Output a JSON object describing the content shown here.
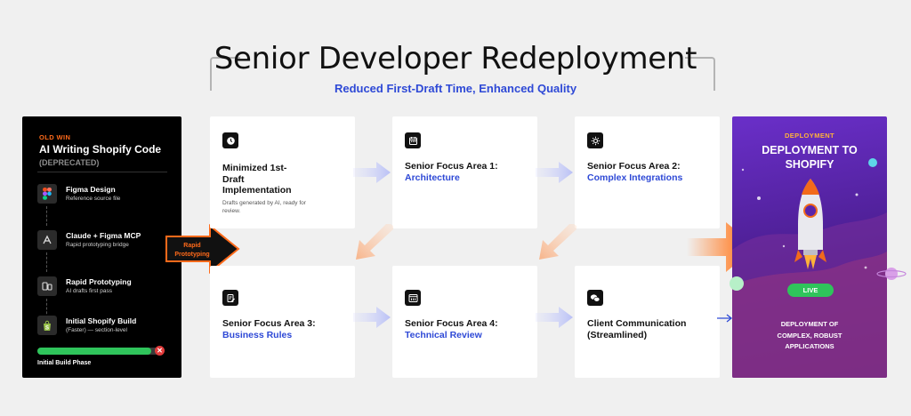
{
  "header": {
    "title": "Senior Developer Redeployment",
    "subtitle": "Reduced First-Draft Time, Enhanced Quality"
  },
  "old_win": {
    "tag": "OLD WIN",
    "title": "AI Writing Shopify Code",
    "status": "(DEPRECATED)",
    "items": [
      {
        "name": "Figma Design",
        "desc": "Reference source file",
        "icon": "figma-icon"
      },
      {
        "name": "Claude + Figma MCP",
        "desc": "Rapid prototyping bridge",
        "icon": "bridge-icon"
      },
      {
        "name": "Rapid Prototyping",
        "desc": "AI drafts first pass",
        "icon": "devices-icon"
      },
      {
        "name": "Initial Shopify Build",
        "desc": "(Faster) — section-level",
        "icon": "shopify-bag-icon"
      }
    ],
    "progress": 0.92,
    "progress_label": "Initial Build Phase"
  },
  "rapid_arrow": {
    "line1": "Rapid",
    "line2": "Prototyping"
  },
  "cards": {
    "c1": {
      "title_lines": [
        "Minimized 1st-",
        "Draft",
        "Implementation"
      ],
      "desc_lines": [
        "Drafts generated by AI, ready for",
        "review."
      ],
      "icon": "clock-icon"
    },
    "c2": {
      "title": "Senior Focus Area 1:",
      "accent": "Architecture",
      "icon": "calendar-icon"
    },
    "c3": {
      "title": "Senior Focus Area 2:",
      "accent": "Complex Integrations",
      "icon": "gear-icon"
    },
    "c4": {
      "title": "Senior Focus Area 3:",
      "accent": "Business Rules",
      "icon": "document-edit-icon"
    },
    "c5": {
      "title": "Senior Focus Area 4:",
      "accent": "Technical Review",
      "icon": "code-window-icon"
    },
    "c6": {
      "title": "Client Communication",
      "accent": "(Streamlined)",
      "icon": "chat-icon"
    }
  },
  "deployment": {
    "tag": "DEPLOYMENT",
    "title_lines": [
      "DEPLOYMENT TO",
      "SHOPIFY"
    ],
    "live": "LIVE",
    "desc_lines": [
      "DEPLOYMENT OF",
      "COMPLEX, ROBUST",
      "APPLICATIONS"
    ]
  },
  "colors": {
    "accent_blue": "#2e49d6",
    "accent_orange": "#ff6a1a",
    "live_green": "#2fc45b",
    "deploy_purple": "#5a25aa",
    "flow_arrow": "#c8cdfa"
  }
}
